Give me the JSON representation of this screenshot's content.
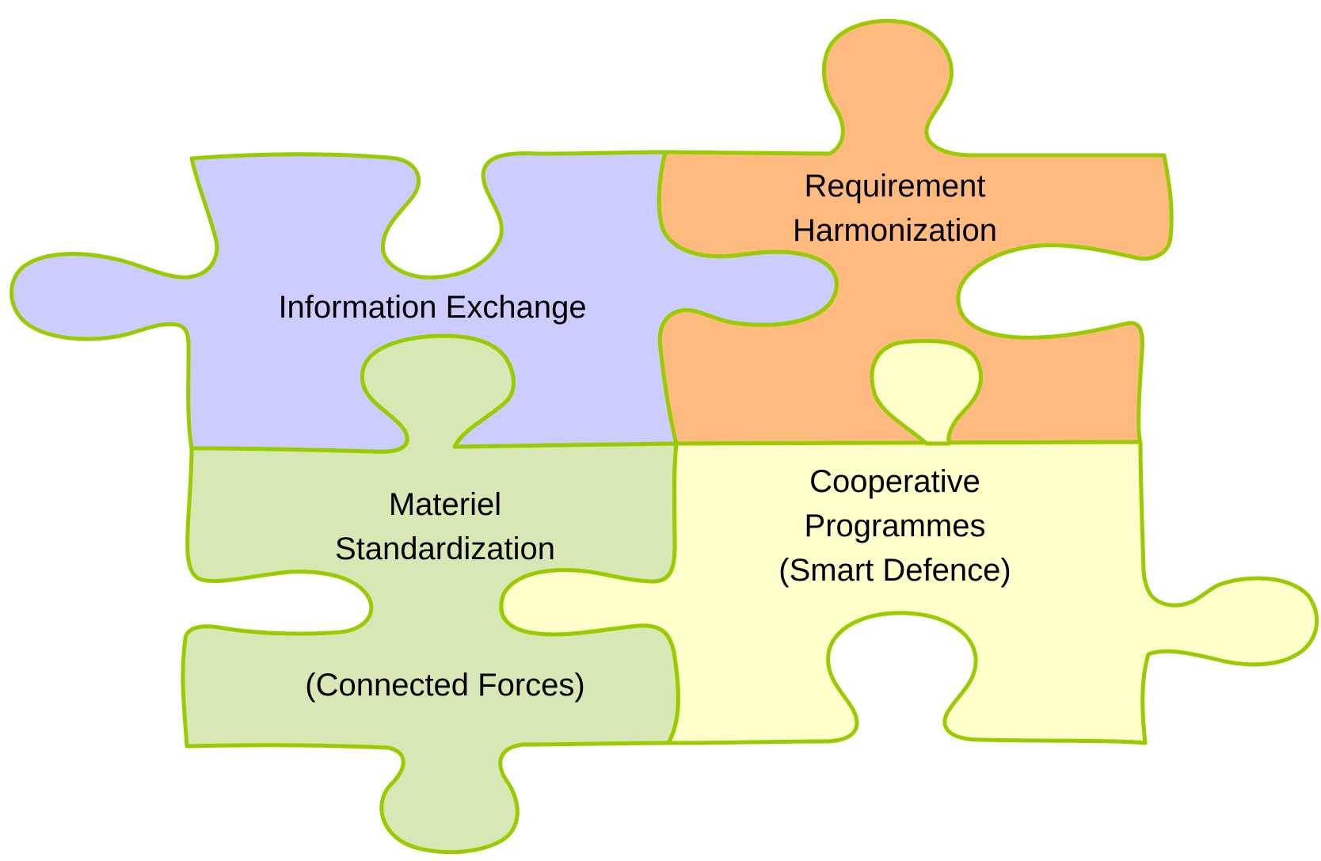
{
  "diagram": {
    "outline_color": "#99cc00",
    "pieces": [
      {
        "id": "information-exchange",
        "fill": "#ccccff",
        "lines": [
          "Information Exchange"
        ]
      },
      {
        "id": "requirement-harmonization",
        "fill": "#ffbb7f",
        "lines": [
          "Requirement",
          "Harmonization"
        ]
      },
      {
        "id": "materiel-standardization",
        "fill": "#d7e8b4",
        "lines": [
          "Materiel",
          "Standardization"
        ]
      },
      {
        "id": "connected-forces",
        "lines": [
          "(Connected Forces)"
        ]
      },
      {
        "id": "cooperative-programmes",
        "fill": "#ffffcc",
        "lines": [
          "Cooperative",
          "Programmes",
          "(Smart Defence)"
        ]
      }
    ]
  }
}
